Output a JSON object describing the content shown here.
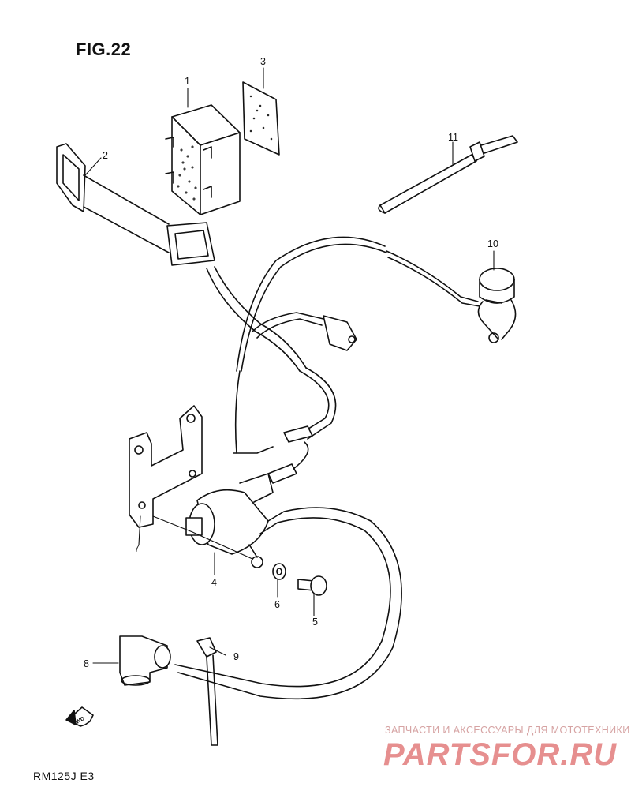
{
  "figure": {
    "title": "FIG.22",
    "model_code": "RM125J E3",
    "fwd_arrow_label": "FWD"
  },
  "callouts": [
    "1",
    "2",
    "3",
    "4",
    "5",
    "6",
    "7",
    "8",
    "9",
    "10",
    "11"
  ],
  "watermark": {
    "subtitle": "ЗАПЧАСТИ И АКСЕССУАРЫ ДЛЯ МОТОТЕХНИКИ",
    "brand": "PARTSFOR.RU",
    "color": "#e27c7c"
  },
  "colors": {
    "line": "#111111",
    "background": "#ffffff"
  }
}
